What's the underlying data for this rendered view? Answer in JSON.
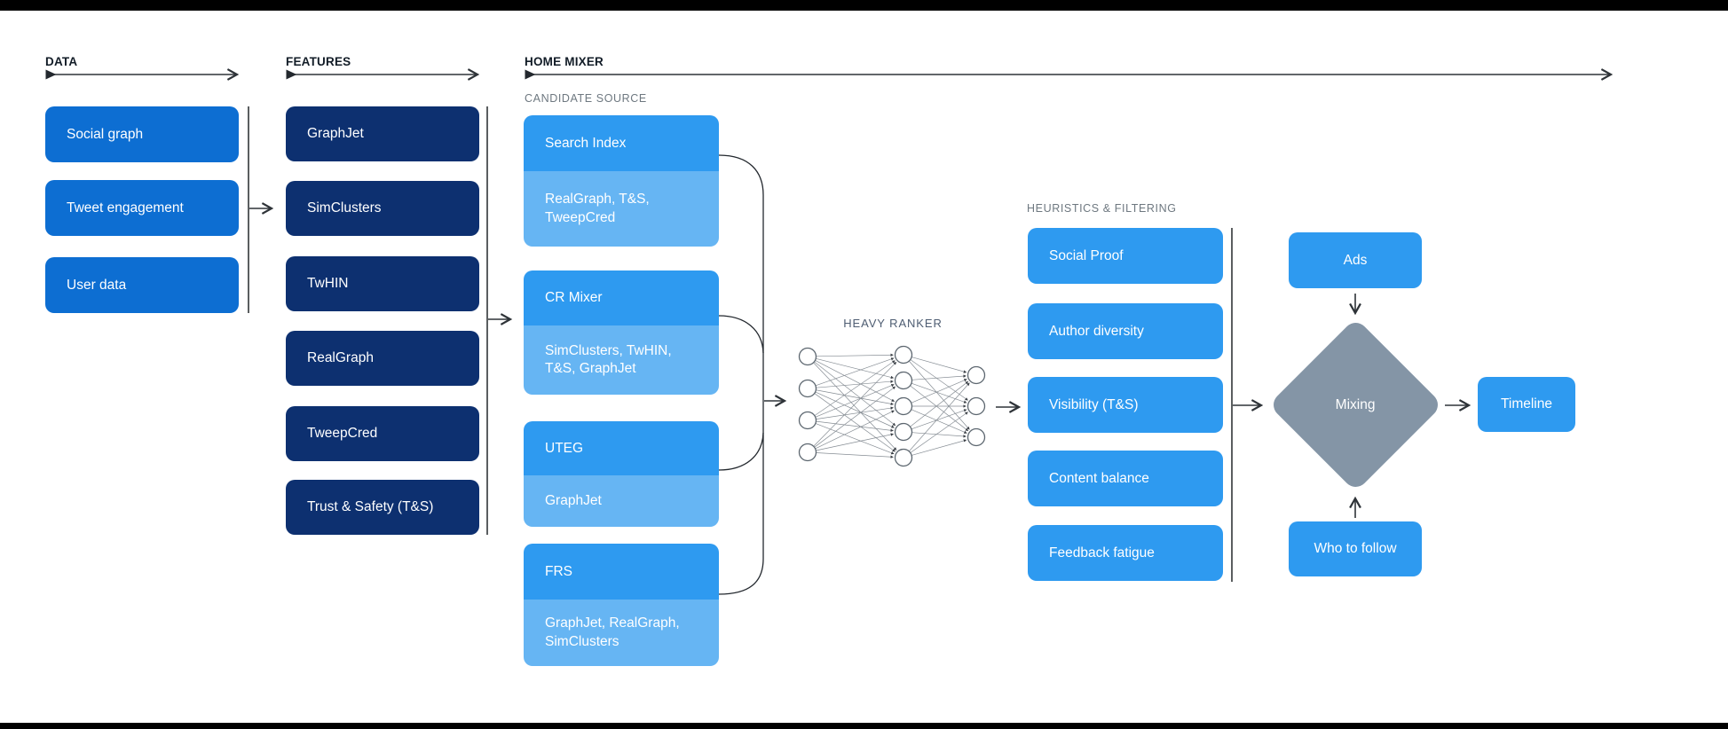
{
  "colors": {
    "data_box": "#0d6ed2",
    "feature_box": "#0d3070",
    "candidate_header": "#2e9af0",
    "candidate_sub": "#66b5f3",
    "filter_box": "#2e9af0",
    "output_box": "#2e9af0",
    "mixing_diamond": "#8495a6",
    "frame_bars": "#000000"
  },
  "sections": {
    "data": {
      "label": "DATA",
      "items": [
        "Social graph",
        "Tweet engagement",
        "User data"
      ]
    },
    "features": {
      "label": "FEATURES",
      "items": [
        "GraphJet",
        "SimClusters",
        "TwHIN",
        "RealGraph",
        "TweepCred",
        "Trust & Safety (T&S)"
      ]
    },
    "home_mixer": {
      "label": "HOME MIXER",
      "candidate_source": {
        "label": "CANDIDATE SOURCE",
        "items": [
          {
            "name": "Search Index",
            "sub": "RealGraph, T&S, TweepCred"
          },
          {
            "name": "CR Mixer",
            "sub": "SimClusters, TwHIN, T&S, GraphJet"
          },
          {
            "name": "UTEG",
            "sub": "GraphJet"
          },
          {
            "name": "FRS",
            "sub": "GraphJet, RealGraph, SimClusters"
          }
        ]
      },
      "heavy_ranker": {
        "label": "HEAVY RANKER"
      },
      "heuristics": {
        "label": "HEURISTICS & FILTERING",
        "items": [
          "Social Proof",
          "Author diversity",
          "Visibility (T&S)",
          "Content balance",
          "Feedback fatigue"
        ]
      },
      "mixing": {
        "label": "Mixing",
        "inputs": [
          "Ads",
          "Who to follow"
        ],
        "output": "Timeline"
      }
    }
  }
}
